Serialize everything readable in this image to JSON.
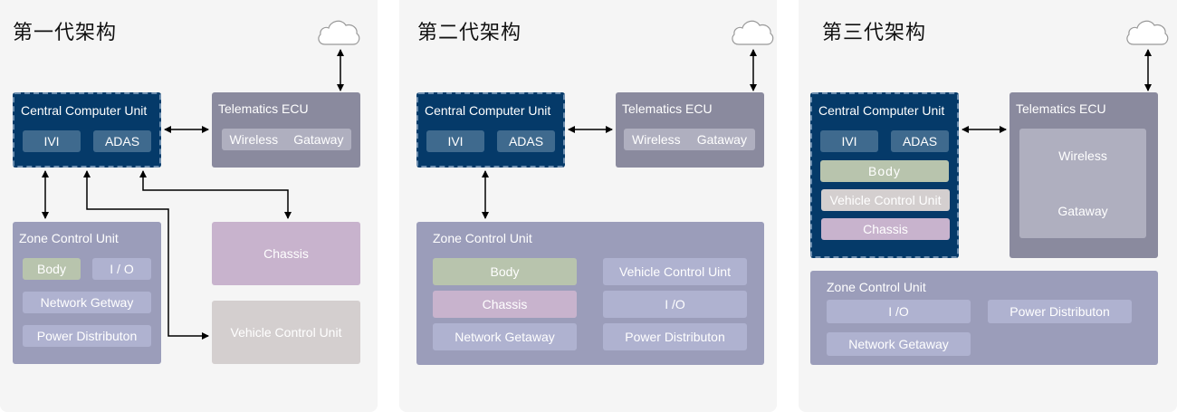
{
  "panels": [
    {
      "title": "第一代架构",
      "ccu": {
        "title": "Central Computer Unit",
        "items": [
          "IVI",
          "ADAS"
        ]
      },
      "telematics": {
        "title": "Telematics ECU",
        "items": [
          "Wireless",
          "Gataway"
        ]
      },
      "zone": {
        "title": "Zone Control Unit",
        "items": [
          "Body",
          "I / O",
          "Network Getway",
          "Power Distributon"
        ]
      },
      "standalone": [
        "Chassis",
        "Vehicle Control Unit"
      ]
    },
    {
      "title": "第二代架构",
      "ccu": {
        "title": "Central Computer Unit",
        "items": [
          "IVI",
          "ADAS"
        ]
      },
      "telematics": {
        "title": "Telematics ECU",
        "items": [
          "Wireless",
          "Gataway"
        ]
      },
      "zone": {
        "title": "Zone Control Unit",
        "items": [
          "Body",
          "Vehicle Control Uint",
          "Chassis",
          "I /O",
          "Network Getaway",
          "Power Distributon"
        ]
      }
    },
    {
      "title": "第三代架构",
      "ccu": {
        "title": "Central Computer Unit",
        "items": [
          "IVI",
          "ADAS",
          "Body",
          "Vehicle Control Unit",
          "Chassis"
        ]
      },
      "telematics": {
        "title": "Telematics ECU",
        "items": [
          "Wireless",
          "Gataway"
        ]
      },
      "zone": {
        "title": "Zone Control Unit",
        "items": [
          "I /O",
          "Power Distributon",
          "Network Getaway"
        ]
      }
    }
  ],
  "icons": {
    "cloud": "cloud-icon"
  }
}
